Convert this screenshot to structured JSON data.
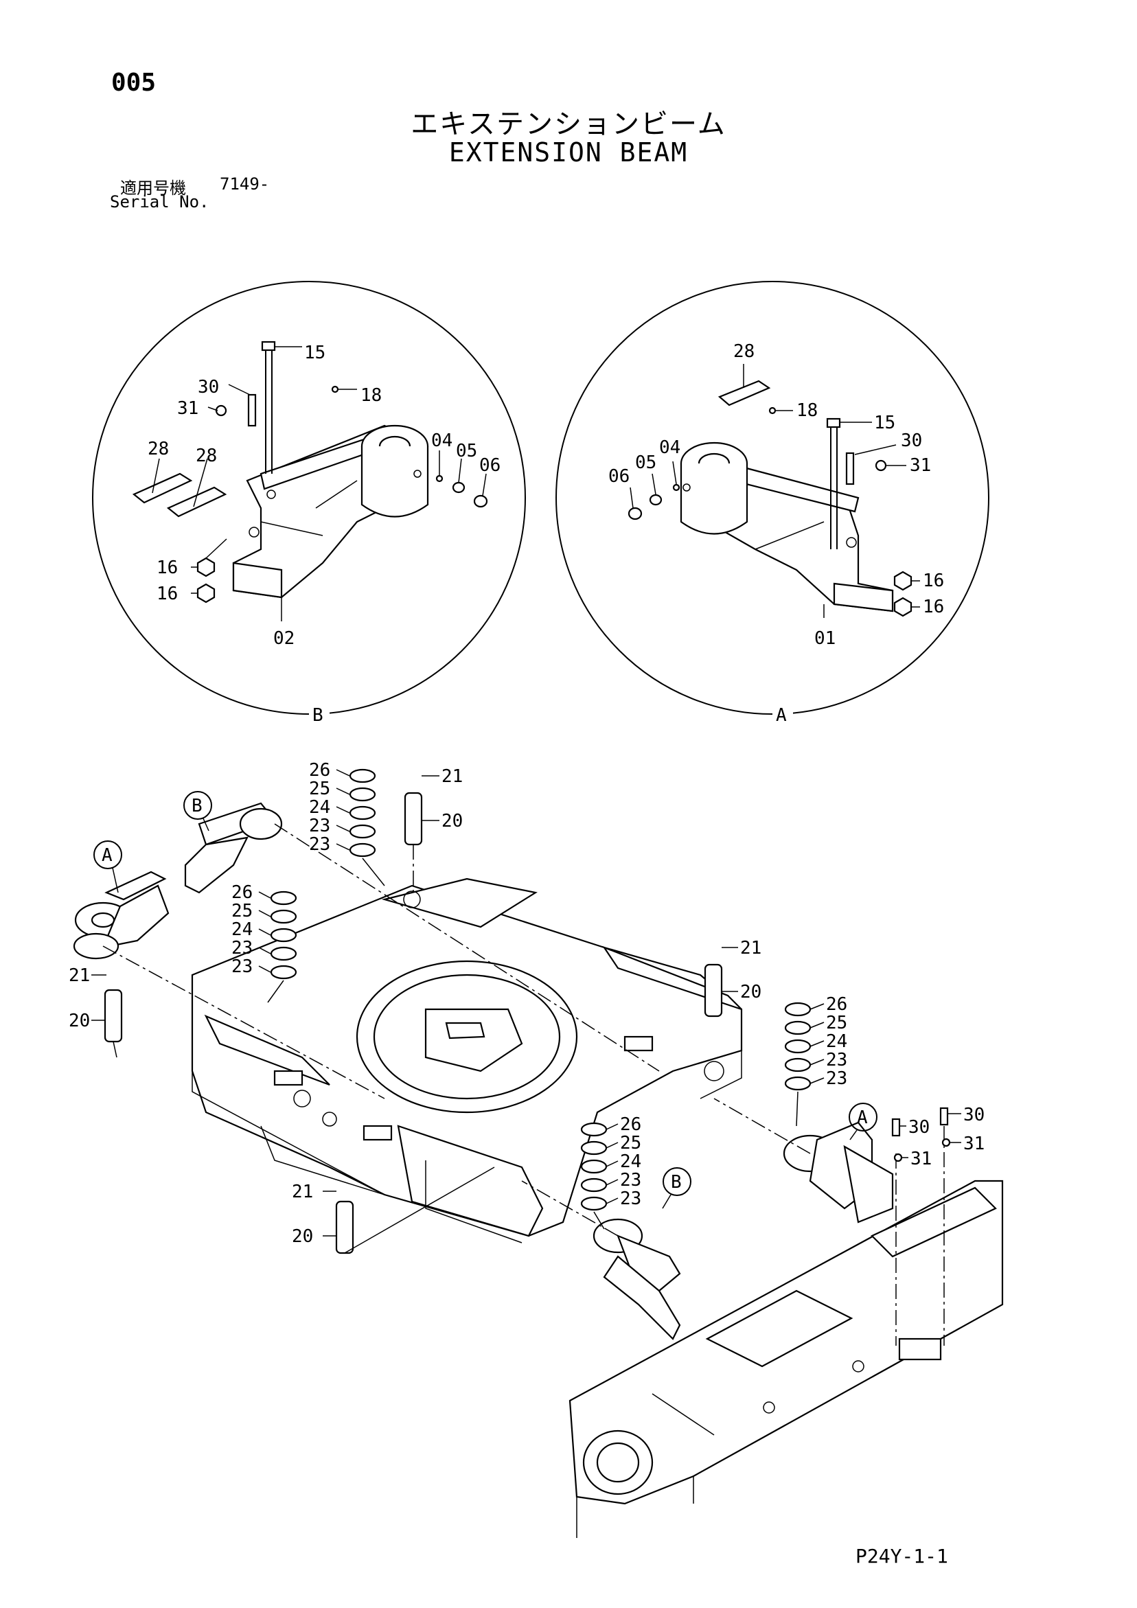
{
  "header": {
    "page_number": "005",
    "title_jp": "エキステンションビーム",
    "title_en": "EXTENSION BEAM",
    "serial_label_jp": "適用号機",
    "serial_number": "7149-",
    "serial_label_en": "Serial No."
  },
  "detail_views": [
    {
      "view_label": "B",
      "part_labels": [
        "15",
        "30",
        "31",
        "18",
        "28",
        "28",
        "04",
        "05",
        "06",
        "16",
        "16",
        "02"
      ]
    },
    {
      "view_label": "A",
      "part_labels": [
        "28",
        "18",
        "15",
        "30",
        "31",
        "04",
        "05",
        "06",
        "16",
        "16",
        "01"
      ]
    }
  ],
  "assembly": {
    "ref_callouts": [
      "A",
      "B",
      "A",
      "B"
    ],
    "part_labels": [
      "26",
      "25",
      "24",
      "23",
      "23",
      "21",
      "20",
      "26",
      "25",
      "24",
      "23",
      "23",
      "21",
      "20",
      "21",
      "20",
      "26",
      "25",
      "24",
      "23",
      "23",
      "30",
      "31",
      "30",
      "31",
      "26",
      "25",
      "24",
      "23",
      "23",
      "21",
      "20"
    ]
  },
  "footer": {
    "code": "P24Y-1-1"
  }
}
